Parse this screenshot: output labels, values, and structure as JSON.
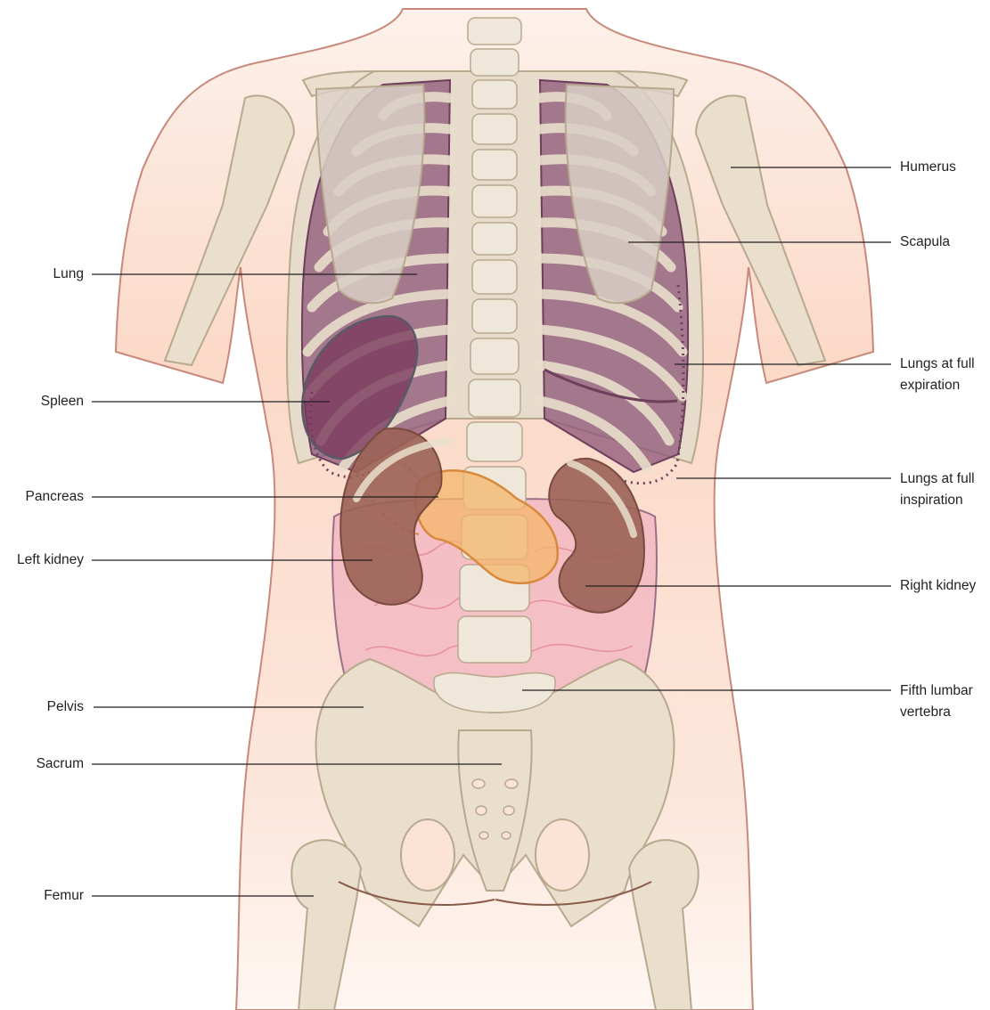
{
  "labels": {
    "humerus": "Humerus",
    "scapula": "Scapula",
    "lung": "Lung",
    "lungs_expiration": [
      "Lungs at full",
      "expiration"
    ],
    "spleen": "Spleen",
    "pancreas": "Pancreas",
    "lungs_inspiration": [
      "Lungs at full",
      "inspiration"
    ],
    "left_kidney": "Left kidney",
    "right_kidney": "Right kidney",
    "pelvis": "Pelvis",
    "fifth_lumbar": [
      "Fifth lumbar",
      "vertebra"
    ],
    "sacrum": "Sacrum",
    "femur": "Femur"
  },
  "colors": {
    "skin": "#fbe3d6",
    "skin_outline": "#c8897a",
    "bone": "#e9dfcc",
    "bone_outline": "#b8a98e",
    "lung": "#8c5577",
    "spleen": "#7a3a5c",
    "kidney": "#9b6256",
    "pancreas": "#f4b56a",
    "intestine": "#f2b8c2",
    "leader_line": "#231f20"
  }
}
